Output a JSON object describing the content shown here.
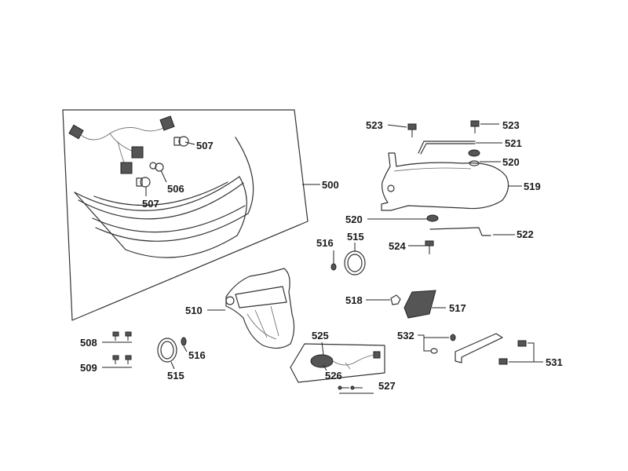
{
  "callouts": {
    "c500": "500",
    "c506": "506",
    "c507a": "507",
    "c507b": "507",
    "c508": "508",
    "c509": "509",
    "c510": "510",
    "c515a": "515",
    "c515b": "515",
    "c516a": "516",
    "c516b": "516",
    "c517": "517",
    "c518": "518",
    "c519": "519",
    "c520a": "520",
    "c520b": "520",
    "c521": "521",
    "c522": "522",
    "c523a": "523",
    "c523b": "523",
    "c524": "524",
    "c525": "525",
    "c526": "526",
    "c527": "527",
    "c531": "531",
    "c532": "532"
  }
}
